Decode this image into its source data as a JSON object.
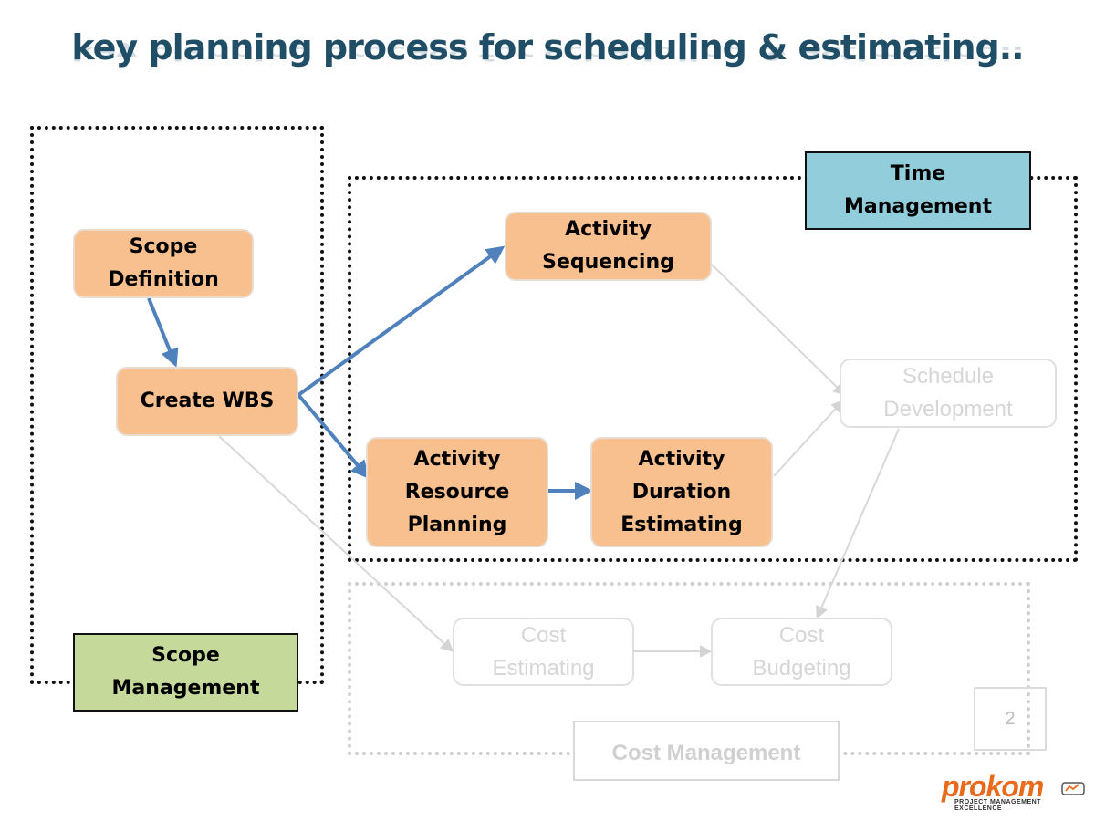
{
  "title": "key planning process for scheduling & estimating..",
  "nodes": {
    "scope_definition": "Scope\nDefinition",
    "create_wbs": "Create WBS",
    "activity_sequencing": "Activity\nSequencing",
    "activity_resource_planning": "Activity\nResource\nPlanning",
    "activity_duration_estimating": "Activity\nDuration\nEstimating",
    "schedule_development": "Schedule\nDevelopment",
    "cost_estimating": "Cost\nEstimating",
    "cost_budgeting": "Cost\nBudgeting"
  },
  "groups": {
    "scope_management": "Scope\nManagement",
    "time_management": "Time\nManagement",
    "cost_management": "Cost Management"
  },
  "colors": {
    "active_node": "#f8c08e",
    "scope_label": "#c5d99b",
    "time_label": "#92cddc",
    "active_arrow": "#4f81bd",
    "faded": "#d6d6d6",
    "logo": "#e86a1b"
  },
  "slide_number": "2",
  "logo": {
    "word": "prokom",
    "tagline": "PROJECT MANAGEMENT EXCELLENCE"
  }
}
